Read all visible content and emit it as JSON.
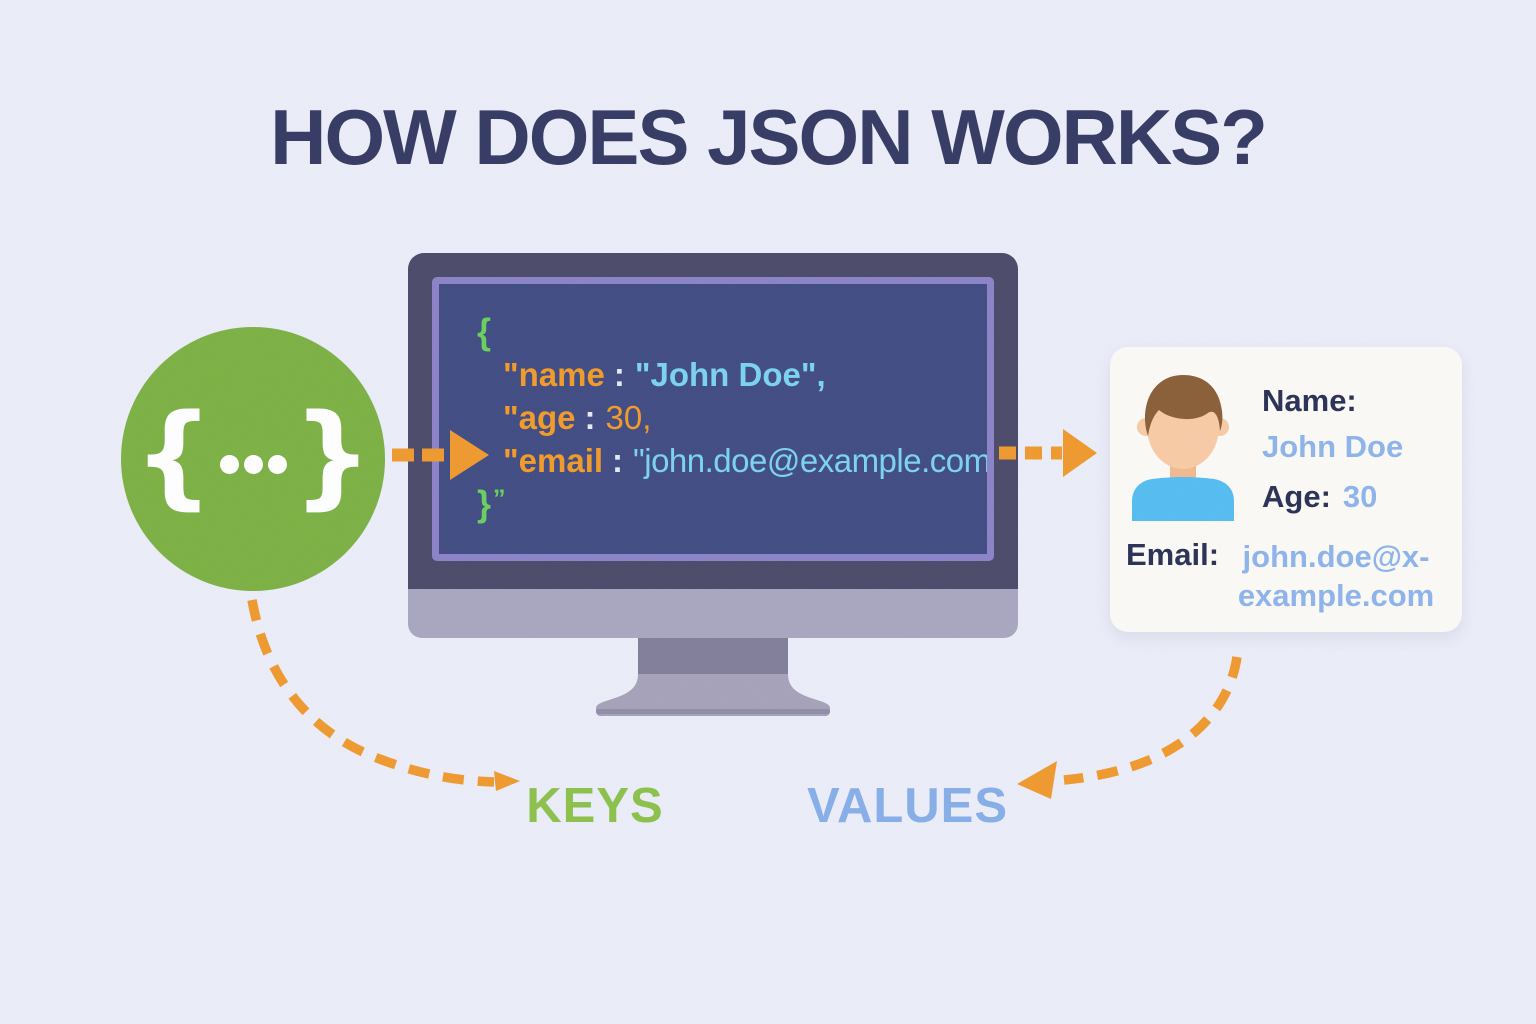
{
  "title": "HOW DOES JSON WORKS?",
  "json_icon": {
    "left_brace": "{",
    "right_brace": "}"
  },
  "monitor": {
    "code": {
      "open_brace": "{",
      "lines": [
        {
          "key": "\"name",
          "colon": ":",
          "value": "\"John Doe\","
        },
        {
          "key": "\"age",
          "colon": ":",
          "value": "30,"
        },
        {
          "key": "\"email",
          "colon": ":",
          "value": "\"john.doe@example.com"
        }
      ],
      "close_brace": "}",
      "close_quote": "”"
    }
  },
  "card": {
    "name_label": "Name:",
    "name_value": "John Doe",
    "age_label": "Age:",
    "age_value": "30",
    "email_label": "Email:",
    "email_value": "john.doe@x-example.com"
  },
  "labels": {
    "keys": "KEYS",
    "values": "VALUES"
  },
  "colors": {
    "background": "#ebedf8",
    "title_navy": "#353a63",
    "circle_green": "#7cb143",
    "arrow_orange": "#f0992e",
    "keys_green": "#8cc14b",
    "values_blue": "#87aee8",
    "screen_navy": "#414c82",
    "bezel_purple": "#8b83c7",
    "frame_dark": "#4c4a69",
    "code_key_orange": "#f29b27",
    "code_string_blue": "#7bd3f0",
    "code_brace_green": "#68d05c",
    "card_label_navy": "#2a3154",
    "card_value_blue": "#8db4eb"
  }
}
